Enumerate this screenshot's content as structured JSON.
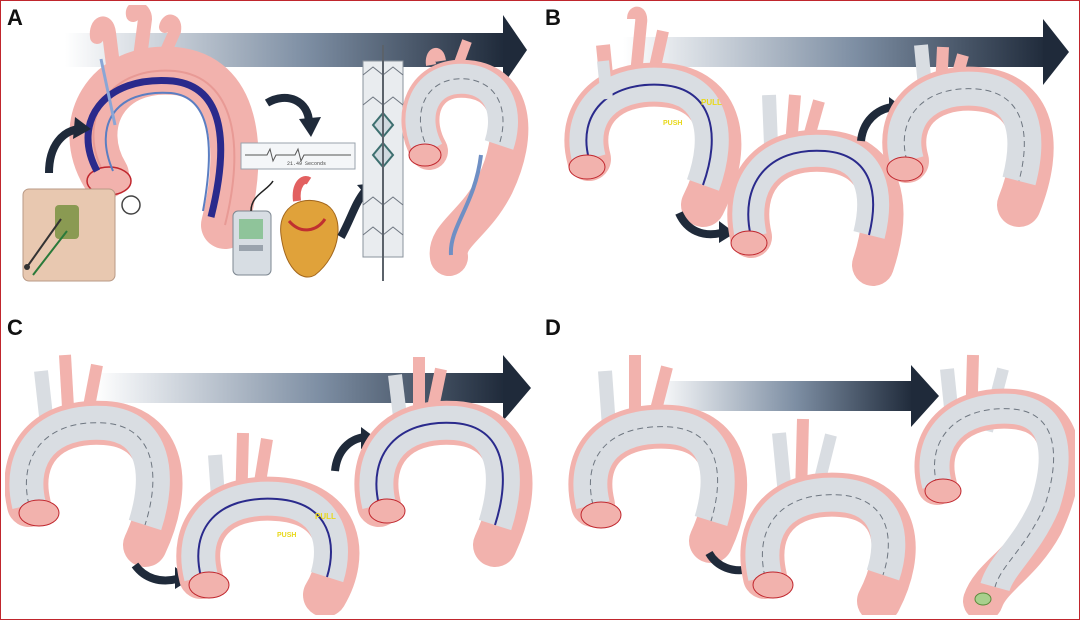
{
  "panels": [
    {
      "letter": "A"
    },
    {
      "letter": "B",
      "annotations": {
        "pull": "PULL",
        "push": "PUSH"
      }
    },
    {
      "letter": "C",
      "annotations": {
        "pull": "PULL",
        "push": "PUSH"
      }
    },
    {
      "letter": "D"
    }
  ],
  "device": {
    "screen_text": "21.49 Seconds"
  },
  "colors": {
    "aorta": "#f2b2ad",
    "aorta_shadow": "#e89a95",
    "wire": "#2a2a8c",
    "stent": "#d9dde2",
    "stent_line": "#6e7680",
    "arrow_dark": "#1f2a3a",
    "annotation": "#e8d81a",
    "frame": "#c0262d"
  }
}
